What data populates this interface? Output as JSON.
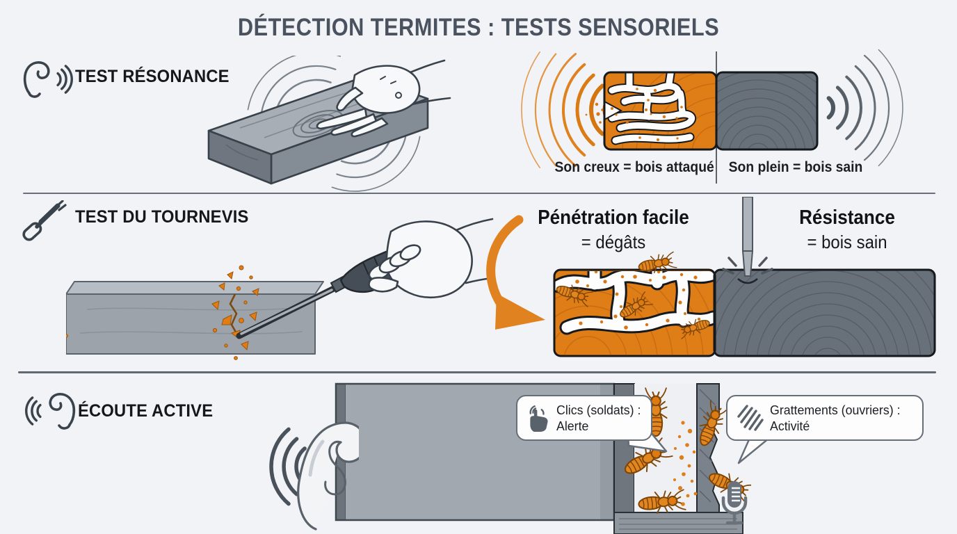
{
  "title": "DÉTECTION TERMITES : TESTS SENSORIELS",
  "sections": {
    "resonance": {
      "label": "TEST RÉSONANCE",
      "caption_left": "Son creux = bois attaqué",
      "caption_right": "Son plein = bois sain"
    },
    "screwdriver": {
      "label": "TEST DU TOURNEVIS",
      "result_damage_line1": "Pénétration facile",
      "result_damage_line2": "= dégâts",
      "result_sound_line1": "Résistance",
      "result_sound_line2": "= bois sain"
    },
    "listening": {
      "label": "ÉCOUTE ACTIVE",
      "bubble_clicks_line1": "Clics (soldats) :",
      "bubble_clicks_line2": "Alerte",
      "bubble_scratch_line1": "Grattements (ouvriers) :",
      "bubble_scratch_line2": "Activité"
    }
  },
  "icons": {
    "ear_waves_right": "ear-icon",
    "screwdriver": "screwdriver-icon",
    "ear_waves_left": "ear-icon-mirrored",
    "tap": "tap-finger-icon",
    "scratches": "scratch-lines-icon",
    "microphone": "microphone-icon"
  },
  "colors": {
    "background": "#F1F3F6",
    "accent_orange": "#DF7D17",
    "wood_gray": "#68707A",
    "panel_gray": "#A2A8B0",
    "title_color": "#49525E",
    "text_black": "#15181C",
    "divider_gray": "#67707C"
  }
}
